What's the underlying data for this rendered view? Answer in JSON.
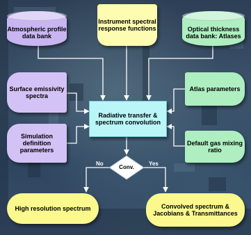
{
  "boxes": {
    "atmospheric_profile": "Atmospheric profile data bank",
    "instrument_response": "Instrument spectral response functions",
    "optical_thickness": "Optical thickness data bank: Atlases",
    "surface_emissivity": "Surface emissivity spectra",
    "atlas_parameters": "Atlas parameters",
    "radiative_transfer": "Radiative transfer & spectrum convolution",
    "simulation_definition": "Simulation definition parameters",
    "default_gas": "Default gas mixing ratio",
    "decision": "Conv.",
    "high_resolution": "High resolution spectrum",
    "convolved_spectrum": "Convolved spectrum & Jacobians & Transmittances"
  },
  "branch_labels": {
    "no": "No",
    "yes": "Yes"
  },
  "colors": {
    "lavender": "#c9b5f2",
    "green": "#aeeec0",
    "yellow": "#fbf98e",
    "cyan": "#baf6f8",
    "arrow": "#ffffff",
    "background": "#2f445c"
  }
}
